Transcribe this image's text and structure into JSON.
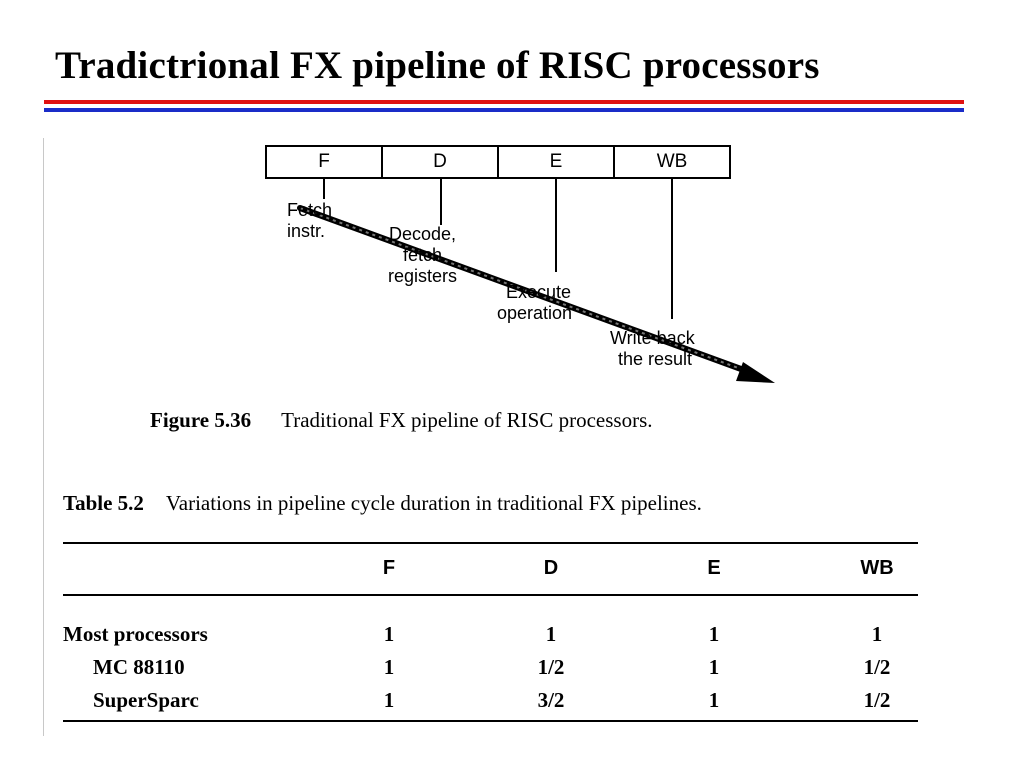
{
  "slide": {
    "title": "Tradictrional FX pipeline of RISC processors",
    "rule_colors": {
      "red": "#e01010",
      "blue": "#1a2cc8"
    }
  },
  "figure": {
    "stages": [
      "F",
      "D",
      "E",
      "WB"
    ],
    "labels": {
      "fetch": [
        "Fetch",
        "instr."
      ],
      "decode": [
        "Decode,",
        "fetch",
        "registers"
      ],
      "execute": [
        "Execute",
        "operation"
      ],
      "writeback": [
        "Write back",
        "the result"
      ]
    },
    "caption_number": "Figure 5.36",
    "caption_text": "Traditional FX pipeline of RISC processors."
  },
  "table": {
    "caption_number": "Table 5.2",
    "caption_text": "Variations in pipeline cycle duration in traditional FX pipelines.",
    "columns": [
      "F",
      "D",
      "E",
      "WB"
    ],
    "rows": [
      {
        "label": "Most processors",
        "values": [
          "1",
          "1",
          "1",
          "1"
        ]
      },
      {
        "label": "MC 88110",
        "values": [
          "1",
          "1/2",
          "1",
          "1/2"
        ]
      },
      {
        "label": "SuperSparc",
        "values": [
          "1",
          "3/2",
          "1",
          "1/2"
        ]
      }
    ]
  }
}
